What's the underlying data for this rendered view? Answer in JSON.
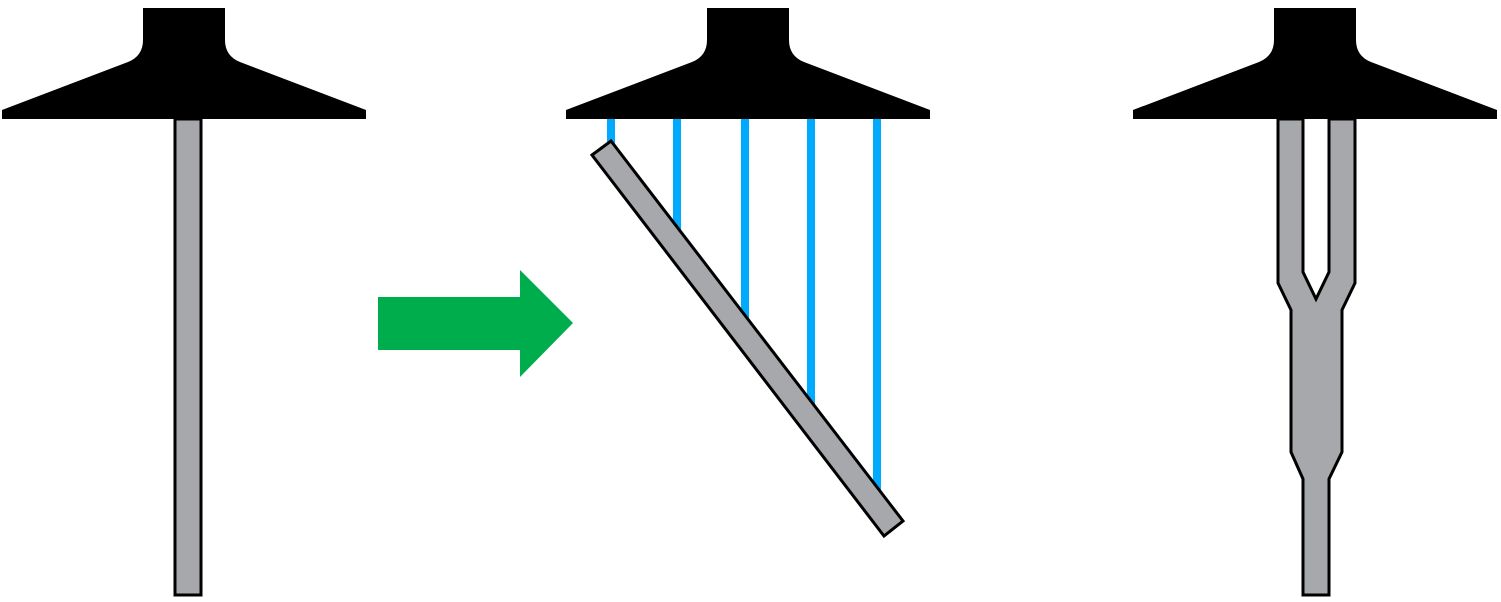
{
  "colors": {
    "head": "#000000",
    "rod_fill": "#a7a8ac",
    "rod_stroke": "#000000",
    "arrow": "#00ad4c",
    "lines": "#00aaff",
    "background": "#ffffff"
  },
  "figures": [
    {
      "name": "straight-rod",
      "icon": "head-with-straight-rod"
    },
    {
      "name": "tilted-rod-with-lines",
      "icon": "head-with-tilted-rod-and-lines"
    },
    {
      "name": "forked-rod",
      "icon": "head-with-forked-rod"
    }
  ],
  "arrow": {
    "icon": "right-arrow-icon",
    "direction": "right"
  },
  "line_count": 5
}
